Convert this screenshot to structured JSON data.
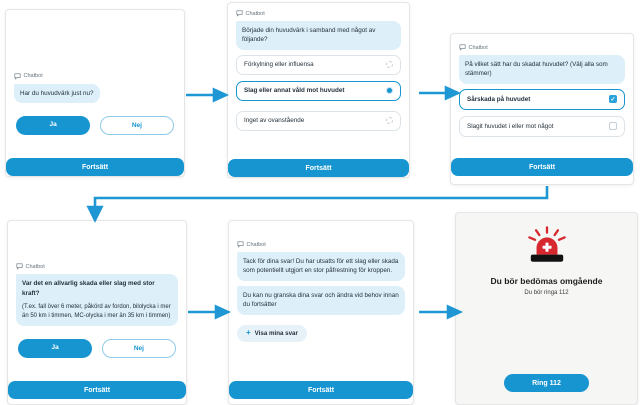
{
  "flow": {
    "colors": {
      "primary_blue": "#1795d1",
      "bubble_blue": "#ddeff9",
      "alert_red": "#d7282f",
      "text_dark": "#24313c"
    },
    "screens": [
      {
        "id": "question-headache",
        "chatbot_label": "Chatbot",
        "messages": [
          "Har du huvudvärk just nu?"
        ],
        "yes_label": "Ja",
        "no_label": "Nej",
        "continue_label": "Fortsätt"
      },
      {
        "id": "question-cause",
        "chatbot_label": "Chatbot",
        "messages": [
          "Började din huvudvärk i samband med något av följande?"
        ],
        "options": [
          {
            "label": "Förkylning eller influensa",
            "type": "radio",
            "selected": false
          },
          {
            "label": "Slag eller annat våld mot huvudet",
            "type": "radio",
            "selected": true
          },
          {
            "label": "Inget av ovanstående",
            "type": "radio",
            "selected": false
          }
        ],
        "continue_label": "Fortsätt"
      },
      {
        "id": "question-injury-type",
        "chatbot_label": "Chatbot",
        "messages": [
          "På vilket sätt har du skadat huvudet? (Välj alla som stämmer)"
        ],
        "check_glyph": "✓",
        "options": [
          {
            "label": "Sårskada på huvudet",
            "type": "checkbox",
            "selected": true
          },
          {
            "label": "Slagit huvudet i eller mot något",
            "type": "checkbox",
            "selected": false
          }
        ],
        "continue_label": "Fortsätt"
      },
      {
        "id": "question-severity",
        "chatbot_label": "Chatbot",
        "messages": [
          "Var det en allvarlig skada eller slag med stor kraft?",
          "(T.ex. fall över 6 meter, påkörd av fordon, bilolycka i mer än 50 km i timmen, MC-olycka i mer än 35 km i timmen)"
        ],
        "yes_label": "Ja",
        "no_label": "Nej",
        "continue_label": "Fortsätt"
      },
      {
        "id": "summary",
        "chatbot_label": "Chatbot",
        "messages": [
          "Tack för dina svar! Du har utsatts för ett slag eller skada som potentiellt utgjort en stor påfrestning för kroppen.",
          "Du kan nu granska dina svar och ändra vid behov innan du fortsätter"
        ],
        "plus_icon": "+",
        "show_answers_label": "Visa mina svar",
        "continue_label": "Fortsätt"
      },
      {
        "id": "result",
        "title": "Du bör bedömas omgående",
        "subtitle": "Du bör ringa 112",
        "call_button_label": "Ring 112"
      }
    ]
  }
}
